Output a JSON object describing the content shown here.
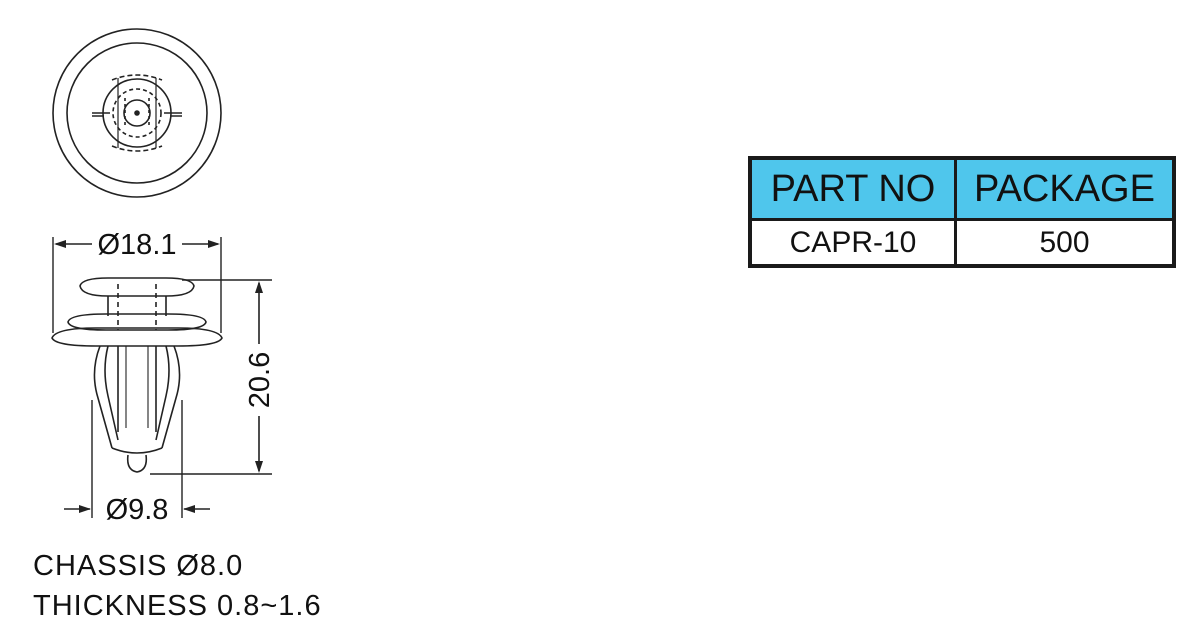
{
  "dimensions": {
    "outer_diameter": "Ø18.1",
    "height": "20.6",
    "stem_diameter": "Ø9.8"
  },
  "notes": {
    "chassis": "CHASSIS Ø8.0",
    "thickness": "THICKNESS 0.8~1.6"
  },
  "table": {
    "headers": [
      "PART NO",
      "PACKAGE"
    ],
    "rows": [
      [
        "CAPR-10",
        "500"
      ]
    ],
    "header_color": "#4fc6ec"
  }
}
